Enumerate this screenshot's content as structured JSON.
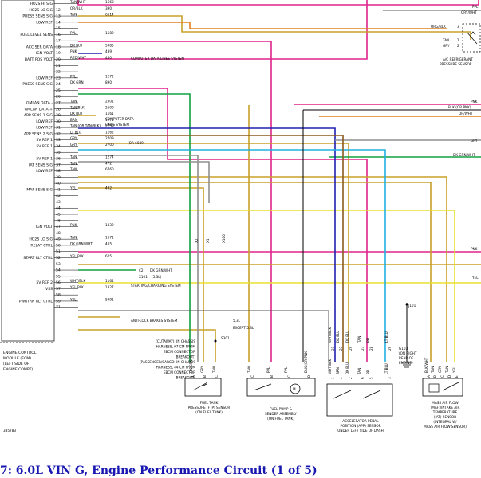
{
  "caption": "7: 6.0L VIN G, Engine Performance Circuit (1 of 5)",
  "diagram_id": "335783",
  "ecm": {
    "label_lines": [
      "ENGINE CONTROL",
      "MODULE (ECM)",
      "(LEFT SIDE OF",
      "ENGINE COMPT)"
    ],
    "pins": [
      {
        "pin": "",
        "label": "HO2S HI SIG",
        "color": "TAN/WHT",
        "circuit": "1668"
      },
      {
        "pin": "12",
        "label": "HO2S LO SIG",
        "color": "OR/BLK",
        "circuit": "390"
      },
      {
        "pin": "13",
        "label": "PRESS SENS SIG",
        "color": "TAN",
        "circuit": "6514"
      },
      {
        "pin": "14",
        "label": "LOW REF",
        "color": "",
        "circuit": ""
      },
      {
        "pin": "15",
        "label": "",
        "color": "",
        "circuit": ""
      },
      {
        "pin": "16",
        "label": "FUEL LEVEL SENS",
        "color": "PPL",
        "circuit": "1589"
      },
      {
        "pin": "17",
        "label": "",
        "color": "",
        "circuit": ""
      },
      {
        "pin": "18",
        "label": "ACC SER DATA",
        "color": "DK BLU",
        "circuit": "5985"
      },
      {
        "pin": "19",
        "label": "IGN VOLT",
        "color": "PNK",
        "circuit": "439"
      },
      {
        "pin": "20",
        "label": "BATT POS VOLT",
        "color": "RED/WHT",
        "circuit": "440"
      },
      {
        "pin": "21",
        "label": "",
        "color": "",
        "circuit": ""
      },
      {
        "pin": "22",
        "label": "",
        "color": "",
        "circuit": ""
      },
      {
        "pin": "23",
        "label": "LOW REF",
        "color": "PPL",
        "circuit": "1272"
      },
      {
        "pin": "24",
        "label": "PRESS SENS SIG",
        "color": "DK GRN",
        "circuit": "890"
      },
      {
        "pin": "25",
        "label": "",
        "color": "",
        "circuit": ""
      },
      {
        "pin": "26",
        "label": "",
        "color": "",
        "circuit": ""
      },
      {
        "pin": "27",
        "label": "GMLAN DATA -",
        "color": "TAN",
        "circuit": "2501"
      },
      {
        "pin": "28",
        "label": "GMLAN DATA +",
        "color": "TAN/BLK",
        "circuit": "2500"
      },
      {
        "pin": "29",
        "label": "APP SENS 1 SIG",
        "color": "DK BLU",
        "circuit": "1161"
      },
      {
        "pin": "30",
        "label": "LOW REF",
        "color": "BRN",
        "circuit": "1271"
      },
      {
        "pin": "31",
        "label": "LOW REF",
        "color": "TAN (OR TAN/BLK)",
        "circuit": "2759"
      },
      {
        "pin": "32",
        "label": "APP SENS 2 SIG",
        "color": "LT BLU",
        "circuit": "1162"
      },
      {
        "pin": "33",
        "label": "5V REF 1",
        "color": "GRY",
        "circuit": "2709"
      },
      {
        "pin": "34",
        "label": "5V REF 1",
        "color": "GRY",
        "circuit": "2700"
      },
      {
        "pin": "35",
        "label": "",
        "color": "",
        "circuit": ""
      },
      {
        "pin": "36",
        "label": "5V REF 1",
        "color": "TAN",
        "circuit": "1274"
      },
      {
        "pin": "37",
        "label": "IAT SENS SIG",
        "color": "TAN",
        "circuit": "472"
      },
      {
        "pin": "38",
        "label": "LOW REF",
        "color": "TAN",
        "circuit": "6760"
      },
      {
        "pin": "39",
        "label": "",
        "color": "",
        "circuit": ""
      },
      {
        "pin": "40",
        "label": "",
        "color": "",
        "circuit": ""
      },
      {
        "pin": "41",
        "label": "MAF SENS SIG",
        "color": "YEL",
        "circuit": "492"
      },
      {
        "pin": "42",
        "label": "",
        "color": "",
        "circuit": ""
      },
      {
        "pin": "43",
        "label": "",
        "color": "",
        "circuit": ""
      },
      {
        "pin": "44",
        "label": "",
        "color": "",
        "circuit": ""
      },
      {
        "pin": "45",
        "label": "",
        "color": "",
        "circuit": ""
      },
      {
        "pin": "46",
        "label": "",
        "color": "",
        "circuit": ""
      },
      {
        "pin": "47",
        "label": "IGN VOLT",
        "color": "PNK",
        "circuit": "1339"
      },
      {
        "pin": "48",
        "label": "",
        "color": "",
        "circuit": ""
      },
      {
        "pin": "49",
        "label": "HO2S LO SIG",
        "color": "TAN",
        "circuit": "1671"
      },
      {
        "pin": "50",
        "label": "RELAY CTRL",
        "color": "DK GRN/WHT",
        "circuit": "465"
      },
      {
        "pin": "51",
        "label": "",
        "color": "",
        "circuit": ""
      },
      {
        "pin": "52",
        "label": "START RLY CTRL",
        "color": "YEL/BLK",
        "circuit": "625"
      },
      {
        "pin": "53",
        "label": "",
        "color": "",
        "circuit": ""
      },
      {
        "pin": "54",
        "label": "",
        "color": "",
        "circuit": ""
      },
      {
        "pin": "55",
        "label": "",
        "color": "",
        "circuit": ""
      },
      {
        "pin": "56",
        "label": "5V REF 2",
        "color": "WHT/BLK",
        "circuit": "1164"
      },
      {
        "pin": "57",
        "label": "VSS",
        "color": "YEL/BLK",
        "circuit": "1827"
      },
      {
        "pin": "58",
        "label": "",
        "color": "",
        "circuit": ""
      },
      {
        "pin": "59",
        "label": "PWRTRN RLY CTRL",
        "color": "YEL",
        "circuit": "5991"
      },
      {
        "pin": "X1",
        "label": "",
        "color": "",
        "circuit": ""
      }
    ]
  },
  "notes": {
    "computer_data_lines_system": "COMPUTER DATA LINES SYSTEM",
    "computer_data_lines_2": [
      "COMPUTER DATA",
      "LINES SYSTEM"
    ],
    "or_6049": "(OR 6049)",
    "starting_charging": "STARTING/CHARGING SYSTEM",
    "anti_lock": "ANTI-LOCK BRAKES SYSTEM",
    "c2": "C2",
    "dk_grn_wht": "DK GRN/WHT",
    "x101": "X101",
    "x101_53": "(5.3L)",
    "legend_53": "5.3L",
    "legend_except": "EXCEPT 5.3L",
    "s301": "S301",
    "cutaway": [
      "(CUTAWAY): IN CHASSIS",
      "HARNESS, 97 CM FROM",
      "EBCM CONNECTOR",
      "BREAKOUT)",
      "(PASSENGER/CARGO: IN CHASSIS",
      "HARNESS, 44 CM FROM",
      "EBCM CONNECTOR",
      "BREAKOUT)"
    ],
    "j101": "J101",
    "g103": [
      "G103",
      "(ON RIGHT",
      "REAR OF",
      "ENGINE)"
    ],
    "right_side": [
      "PNK",
      "BLK (OR PNK)",
      "OR/WHT",
      "GRY",
      "DK GRN/WHT",
      "PNK",
      "YEL",
      "PPL",
      "GRY/WHT",
      "ORG/BLK",
      "TAN",
      "GRY"
    ],
    "ac_sensor": [
      "A/C REFRIGERANT",
      "PRESSURE SENSOR"
    ],
    "ac_pins": [
      "3",
      "1",
      "2"
    ]
  },
  "components": {
    "fuel_tank_sensor": [
      "FUEL TANK",
      "PRESSURE (FTP) SENSOR",
      "(ON FUEL TANK)"
    ],
    "fuel_pump": [
      "FUEL PUMP &",
      "SENDER ASSEMBLY",
      "(ON FUEL TANK)"
    ],
    "app_sensor": [
      "ACCELERATOR PEDAL",
      "POSITION (APP) SENSOR",
      "(UNDER LEFT SIDE OF DASH)"
    ],
    "maf_sensor": [
      "MASS AIR FLOW",
      "(MAF)/INTAKE AIR",
      "TEMPERATURE",
      "(IAT) SENSOR",
      "(INTEGRAL W/",
      "MASS AIR FLOW SENSOR)"
    ]
  },
  "connector_labels": {
    "ftp_wires": [
      "DK GRN",
      "GRY",
      "TAN"
    ],
    "ftp_pins": [
      "A",
      "B",
      "C"
    ],
    "pump_wires": [
      "TAN",
      "PPL",
      "PPL",
      "BLK (OR PNK)"
    ],
    "pump_pins": [
      "C",
      "B",
      "C",
      "D",
      "A",
      "E"
    ],
    "app_upper_wires": [
      "WHT/BLK",
      "DK BLU",
      "DK BLU",
      "TAN",
      "PPL",
      "LT BLU"
    ],
    "app_upper_pins": [
      "21",
      "27",
      "29",
      "23",
      "28",
      "29"
    ],
    "app_lower_wires": [
      "WHT/BLK",
      "BRN",
      "DK BLU",
      "TAN",
      "PPL",
      "LT BLU"
    ],
    "app_lower_pins": [
      "1",
      "4",
      "2",
      "6",
      "5",
      "3"
    ],
    "maf_wires": [
      "BLK/WHT",
      "TAN",
      "GRY",
      "TAN",
      "YEL"
    ],
    "maf_pins": [
      "A",
      "B",
      "C",
      "D",
      "E"
    ],
    "vertical_tags": [
      "X2",
      "X1",
      "X100"
    ]
  },
  "colors": {
    "PPL": "#e0248c",
    "PNK": "#e0248c",
    "TAN": "#c8a028",
    "YEL": "#e8e030",
    "DK_GRN": "#10a040",
    "GRN": "#40c040",
    "DK_BLU": "#2020b0",
    "LT_BLU": "#20b0e0",
    "GRY": "#909090",
    "BRN": "#8a5a20",
    "BLK": "#000000",
    "ORG": "#e08020",
    "RED": "#d01010",
    "caption": "#1818b0"
  }
}
